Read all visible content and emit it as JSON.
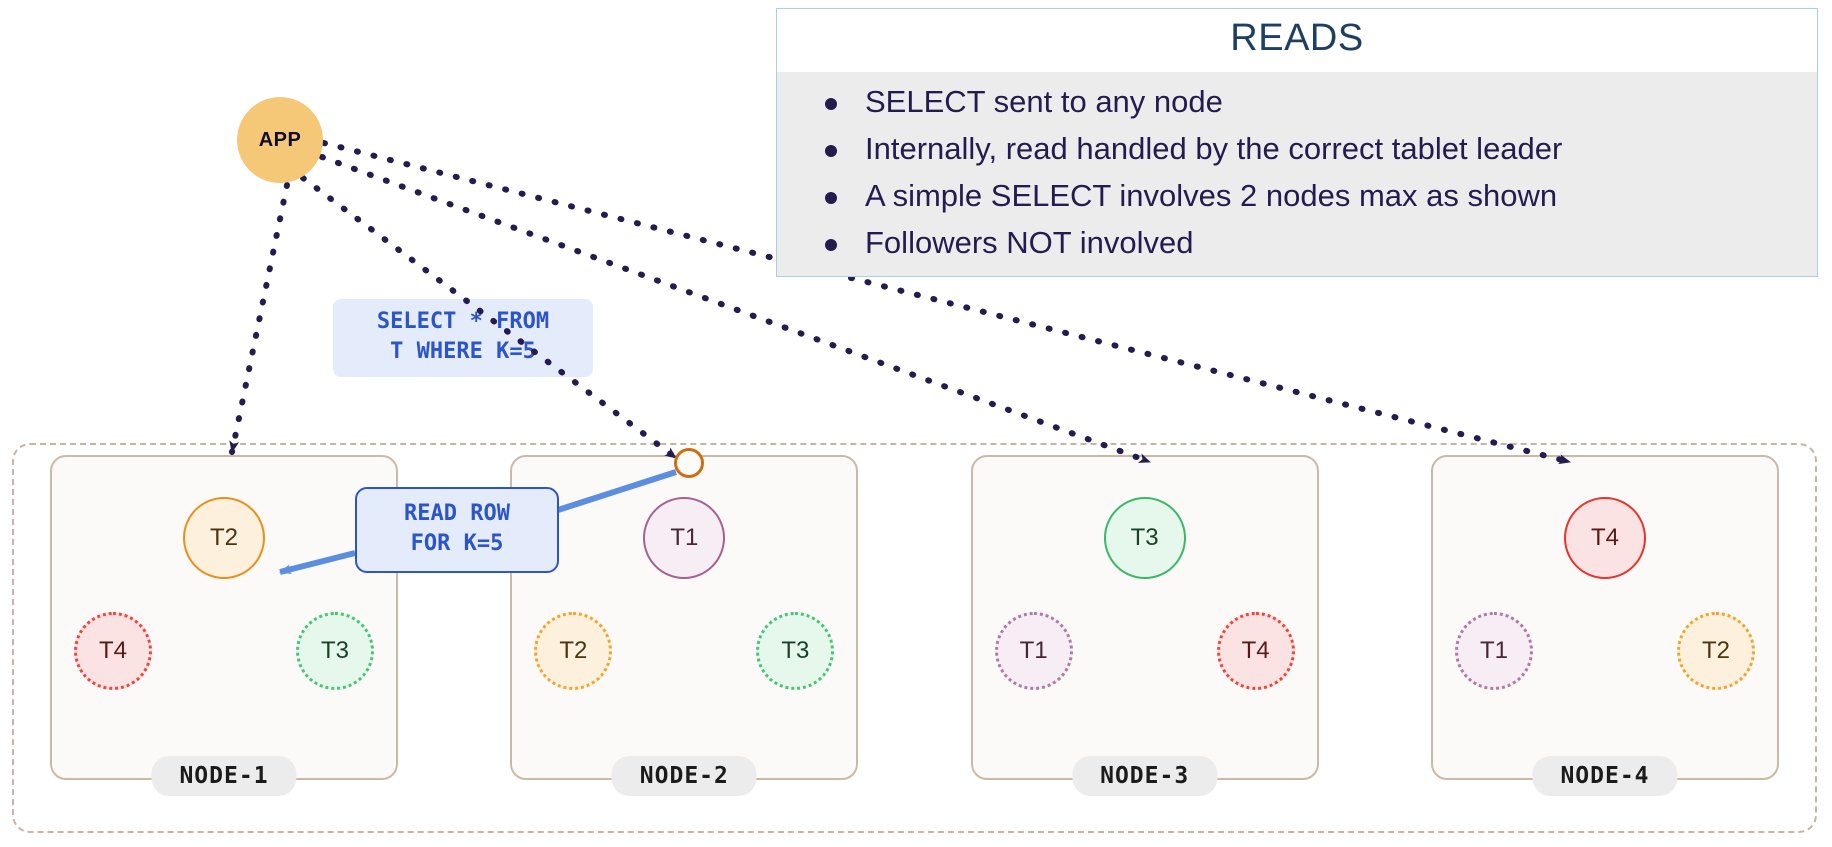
{
  "app": {
    "label": "APP"
  },
  "reads_panel": {
    "title": "READS",
    "bullets": [
      "SELECT sent to any node",
      "Internally, read handled by the correct tablet leader",
      "A simple SELECT involves 2 nodes max as shown",
      "Followers NOT involved"
    ]
  },
  "labels": {
    "sql": "SELECT * FROM\nT WHERE K=5",
    "read_row": "READ ROW\nFOR K=5"
  },
  "cluster": {
    "nodes": [
      {
        "name": "NODE-1",
        "leader": {
          "id": "T2",
          "role": "leader"
        },
        "followers": [
          {
            "id": "T4",
            "role": "follower"
          },
          {
            "id": "T3",
            "role": "follower"
          }
        ]
      },
      {
        "name": "NODE-2",
        "leader": {
          "id": "T1",
          "role": "leader"
        },
        "followers": [
          {
            "id": "T2",
            "role": "follower"
          },
          {
            "id": "T3",
            "role": "follower"
          }
        ]
      },
      {
        "name": "NODE-3",
        "leader": {
          "id": "T3",
          "role": "leader"
        },
        "followers": [
          {
            "id": "T1",
            "role": "follower"
          },
          {
            "id": "T4",
            "role": "follower"
          }
        ]
      },
      {
        "name": "NODE-4",
        "leader": {
          "id": "T4",
          "role": "leader"
        },
        "followers": [
          {
            "id": "T1",
            "role": "follower"
          },
          {
            "id": "T2",
            "role": "follower"
          }
        ]
      }
    ]
  },
  "colors": {
    "app_fill": "#f5c878",
    "panel_border": "#aecbe8",
    "panel_title": "#1c3f63",
    "panel_body_bg": "#ececec",
    "bullet_text": "#241c4e",
    "sql_text": "#2b55c8",
    "sql_bg": "#e4ebfb",
    "arrow_dotted": "#241c4e",
    "arrow_blue": "#5b8ede",
    "cluster_border": "#c8b4a0",
    "node_border": "#cbb9a6",
    "node_fill": "#fcfaf8",
    "node_badge_bg": "#ececec",
    "t1": "#a8608f",
    "t2": "#e8901a",
    "t3": "#3ab767",
    "t4": "#e8342c"
  }
}
